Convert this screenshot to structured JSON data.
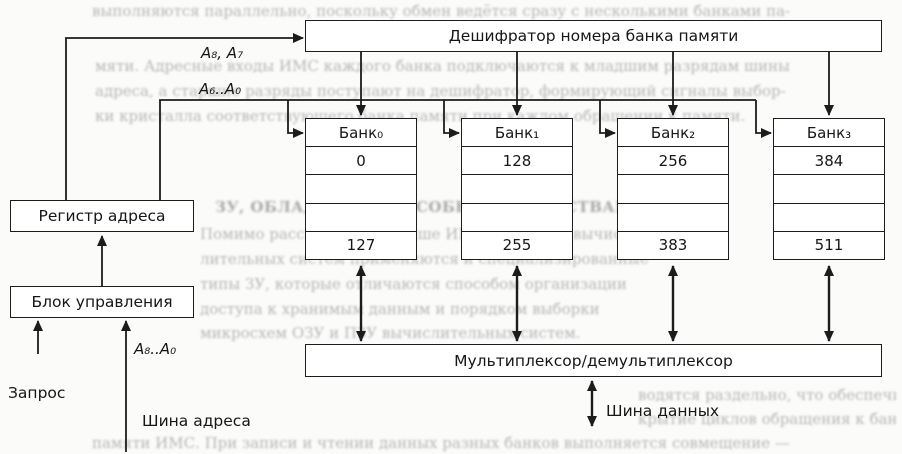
{
  "diagram": {
    "decoder": {
      "label": "Дешифратор номера банка памяти"
    },
    "address_register": {
      "label": "Регистр адреса"
    },
    "control_unit": {
      "label": "Блок управления"
    },
    "mux": {
      "label": "Мультиплексор/демультиплексор"
    },
    "banks": [
      {
        "label": "Банк₀",
        "start_address": "0",
        "end_address": "127"
      },
      {
        "label": "Банк₁",
        "start_address": "128",
        "end_address": "255"
      },
      {
        "label": "Банк₂",
        "start_address": "256",
        "end_address": "383"
      },
      {
        "label": "Банк₃",
        "start_address": "384",
        "end_address": "511"
      }
    ],
    "signal_labels": {
      "high_bits": "A₈, A₇",
      "low_bits": "A₆..A₀",
      "full_bus": "A₈..A₀"
    },
    "external_labels": {
      "request": "Запрос",
      "address_bus": "Шина адреса",
      "data_bus": "Шина данных"
    },
    "colors": {
      "line": "#1c1c1c",
      "box_background": "#ffffff",
      "page_background": "#fbfbfa"
    }
  },
  "scan_noise": {
    "lines": [
      "выполняются параллельно, поскольку обмен ведётся сразу с несколькими банками па-",
      "мяти. Адресные входы ИМС каждого банка подключаются к младшим разрядам шины",
      "адреса, а старшие разряды поступают на дешифратор, формирующий сигналы выбор-",
      "ки кристалла соответствующего банка памяти при каждом обращении к памяти.",
      "ЗУ, ОБЛАДАЮЩИЕ ОСОБЫМИ СВОЙСТВАМИ",
      "Помимо рассмотренных выше ИМС, в составе вычис-",
      "лительных систем применяются и специализированные",
      "типы ЗУ, которые отличаются способом организации",
      "доступа к хранимым данным и порядком выборки",
      "микросхем ОЗУ и ПЗУ вычислительных систем.",
      "водятся раздельно, что обеспечивает пере-",
      "крытие циклов обращения к банкам памяти",
      "памяти ИМС. При записи и чтении данных разных банков выполняется совмещение —"
    ]
  }
}
